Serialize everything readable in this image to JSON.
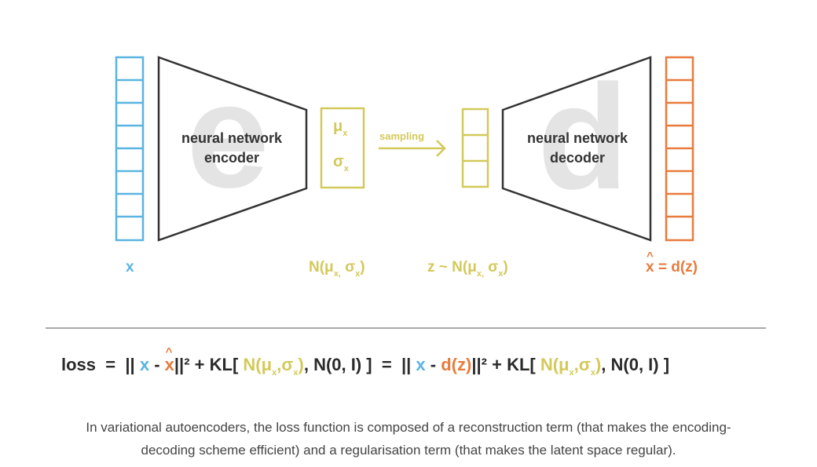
{
  "encoder": {
    "line1": "neural network",
    "line2": "encoder",
    "watermark": "e"
  },
  "decoder": {
    "line1": "neural network",
    "line2": "decoder",
    "watermark": "d"
  },
  "latent": {
    "mu": "μ",
    "sigma": "σ",
    "sub": "x"
  },
  "sampling": "sampling",
  "labels": {
    "x": "x",
    "dist": {
      "pre": "N(μ",
      "sub1": "x,",
      "mid": " σ",
      "sub2": "x",
      "post": ")"
    },
    "z": {
      "pre": "z ~ N(μ",
      "sub1": "x,",
      "mid": " σ",
      "sub2": "x",
      "post": ")"
    },
    "xhat": {
      "x": "x",
      "hat": "^",
      "rest": " = d(z)"
    }
  },
  "formula": {
    "loss": "loss",
    "eq": "=",
    "norm_open": "||",
    "x": "x",
    "minus": " - ",
    "norm_close": "||²",
    "plus": " + ",
    "kl_open": "KL[",
    "N_mu": "N(μ",
    "sub_x": "x",
    "comma_sigma": ",σ",
    "close_paren": ")",
    "prior": ", N(0, I) ]",
    "dz": "d(z)"
  },
  "caption": {
    "line1": "In variational autoencoders, the loss function is composed of a reconstruction term (that makes the encoding-",
    "line2": "decoding scheme efficient) and a regularisation term (that makes the latent space regular)."
  },
  "colors": {
    "blue": "#5ab4e0",
    "yellow": "#d3c95a",
    "orange": "#e87b3c",
    "text": "#2a2a2a"
  }
}
